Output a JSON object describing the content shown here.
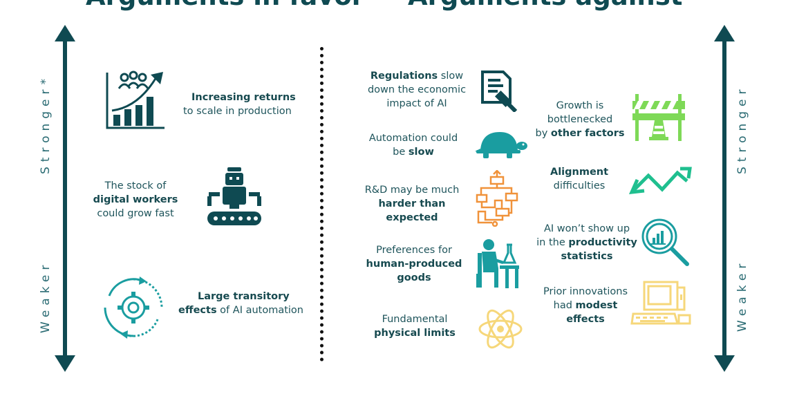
{
  "headings": {
    "favor": "Arguments in favor",
    "against": "Arguments against"
  },
  "axis": {
    "stronger_left": "Stronger*",
    "weaker": "Weaker",
    "stronger_right": "Stronger"
  },
  "favor": [
    {
      "bold": "Increasing returns",
      "rest": "to scale in production",
      "icon": "rising-chart-people-icon"
    },
    {
      "pre": "The stock of",
      "bold": "digital workers",
      "rest": "could grow fast",
      "icon": "robot-conveyor-icon"
    },
    {
      "bold": "Large transitory",
      "bold2": "effects",
      "rest": " of AI automation",
      "icon": "gear-cycle-icon"
    }
  ],
  "against_left": [
    {
      "bold": "Regulations",
      "rest1": " slow",
      "rest2": "down the economic",
      "rest3": "impact of AI",
      "icon": "document-gavel-icon"
    },
    {
      "pre": "Automation could",
      "pre2": "be ",
      "bold": "slow",
      "icon": "turtle-icon"
    },
    {
      "pre": "R&D may be much",
      "bold": "harder than",
      "bold2": "expected",
      "icon": "maze-flowchart-icon"
    },
    {
      "pre": "Preferences for",
      "bold": "human-produced",
      "bold2": "goods",
      "icon": "scientist-lab-icon"
    },
    {
      "pre": "Fundamental",
      "bold": "physical limits",
      "icon": "atom-icon"
    }
  ],
  "against_right": [
    {
      "pre": "Growth is",
      "pre2": "bottlenecked",
      "pre3": "by ",
      "bold": "other factors",
      "icon": "road-barrier-icon"
    },
    {
      "bold": "Alignment",
      "rest": "difficulties",
      "icon": "zigzag-arrows-icon"
    },
    {
      "pre": "AI won’t show up",
      "pre2": "in the ",
      "bold": "productivity",
      "bold2": "statistics",
      "icon": "magnifier-chart-icon"
    },
    {
      "pre": "Prior innovations",
      "pre2": "had ",
      "bold": "modest",
      "bold2": "effects",
      "icon": "retro-computer-icon"
    }
  ],
  "colors": {
    "teal_dark": "#0f4a52",
    "teal": "#1a9da0",
    "orange": "#f0923a",
    "green": "#7ed957",
    "yellow": "#f6d77a"
  }
}
